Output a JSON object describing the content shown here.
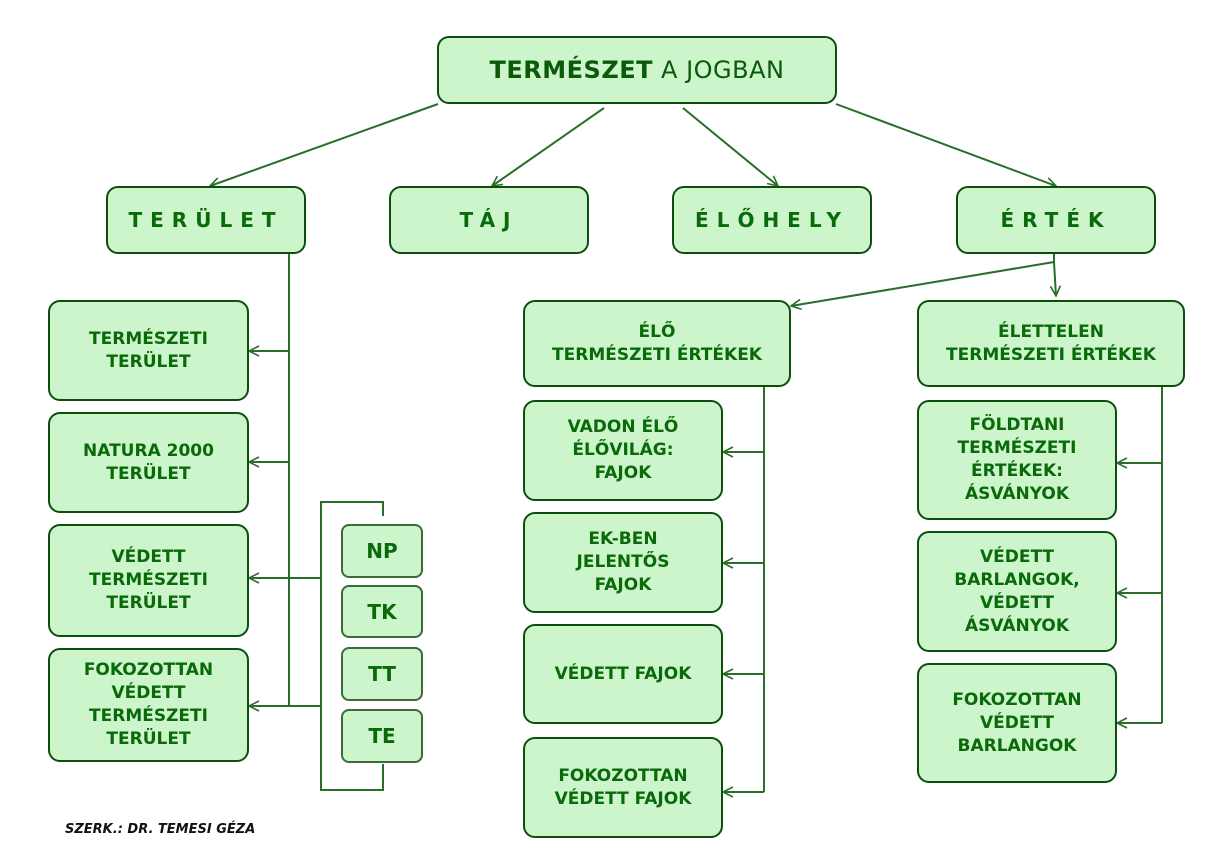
{
  "title": {
    "bold": "TERMÉSZET",
    "rest": "A JOGBAN"
  },
  "categories": {
    "terulet": "TERÜLET",
    "taj": "TÁJ",
    "elohely": "ÉLŐHELY",
    "ertek": "ÉRTÉK"
  },
  "terulet_items": [
    "TERMÉSZETI\nTERÜLET",
    "NATURA 2000\nTERÜLET",
    "VÉDETT\nTERMÉSZETI\nTERÜLET",
    "FOKOZOTTAN\nVÉDETT\nTERMÉSZETI\nTERÜLET"
  ],
  "protected_types": [
    "NP",
    "TK",
    "TT",
    "TE"
  ],
  "elo": {
    "header": "ÉLŐ\nTERMÉSZETI ÉRTÉKEK",
    "items": [
      "VADON ÉLŐ\nÉLŐVILÁG:\nFAJOK",
      "EK-BEN\nJELENTŐS\nFAJOK",
      "VÉDETT FAJOK",
      "FOKOZOTTAN\nVÉDETT FAJOK"
    ]
  },
  "elettelen": {
    "header": "ÉLETTELEN\nTERMÉSZETI ÉRTÉKEK",
    "items": [
      "FÖLDTANI\nTERMÉSZETI\nÉRTÉKEK:\nÁSVÁNYOK",
      "VÉDETT\nBARLANGOK,\nVÉDETT\nÁSVÁNYOK",
      "FOKOZOTTAN\nVÉDETT\nBARLANGOK"
    ]
  },
  "editor": "SZERK.: DR. TEMESI GÉZA",
  "colors": {
    "box_fill": "#ccf5cc",
    "border": "#0d4d0d",
    "text": "#0a6a0a",
    "line": "#2a6e2a"
  }
}
